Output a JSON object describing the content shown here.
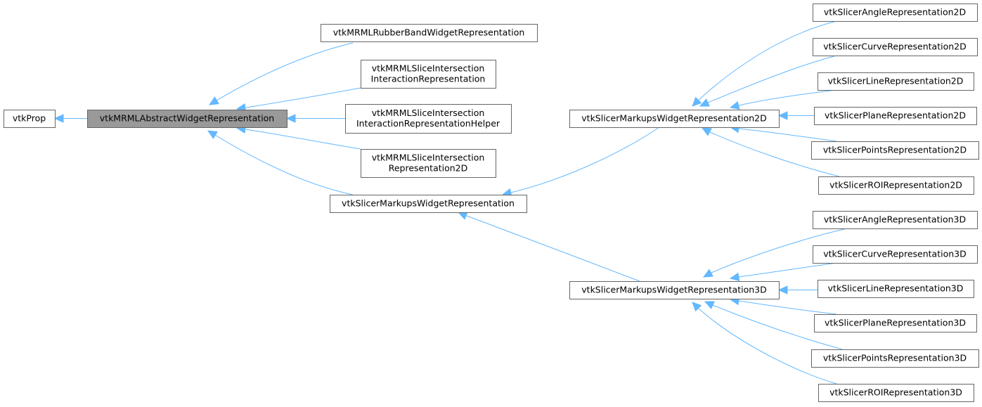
{
  "diagram": {
    "colors": {
      "edge": "#63b8ff",
      "current_fill": "#999999",
      "box_fill": "#ffffff",
      "box_stroke": "#666666"
    },
    "nodes": {
      "vtkprop": [
        "vtkProp"
      ],
      "abstract": [
        "vtkMRMLAbstractWidgetRepresentation"
      ],
      "rubberband": [
        "vtkMRMLRubberBandWidgetRepresentation"
      ],
      "slice_ir": [
        "vtkMRMLSliceIntersection",
        "InteractionRepresentation"
      ],
      "slice_irh": [
        "vtkMRMLSliceIntersection",
        "InteractionRepresentationHelper"
      ],
      "slice_r2d": [
        "vtkMRMLSliceIntersection",
        "Representation2D"
      ],
      "markups": [
        "vtkSlicerMarkupsWidgetRepresentation"
      ],
      "markups2d": [
        "vtkSlicerMarkupsWidgetRepresentation2D"
      ],
      "markups3d": [
        "vtkSlicerMarkupsWidgetRepresentation3D"
      ],
      "angle2d": [
        "vtkSlicerAngleRepresentation2D"
      ],
      "curve2d": [
        "vtkSlicerCurveRepresentation2D"
      ],
      "line2d": [
        "vtkSlicerLineRepresentation2D"
      ],
      "plane2d": [
        "vtkSlicerPlaneRepresentation2D"
      ],
      "points2d": [
        "vtkSlicerPointsRepresentation2D"
      ],
      "roi2d": [
        "vtkSlicerROIRepresentation2D"
      ],
      "angle3d": [
        "vtkSlicerAngleRepresentation3D"
      ],
      "curve3d": [
        "vtkSlicerCurveRepresentation3D"
      ],
      "line3d": [
        "vtkSlicerLineRepresentation3D"
      ],
      "plane3d": [
        "vtkSlicerPlaneRepresentation3D"
      ],
      "points3d": [
        "vtkSlicerPointsRepresentation3D"
      ],
      "roi3d": [
        "vtkSlicerROIRepresentation3D"
      ]
    }
  }
}
